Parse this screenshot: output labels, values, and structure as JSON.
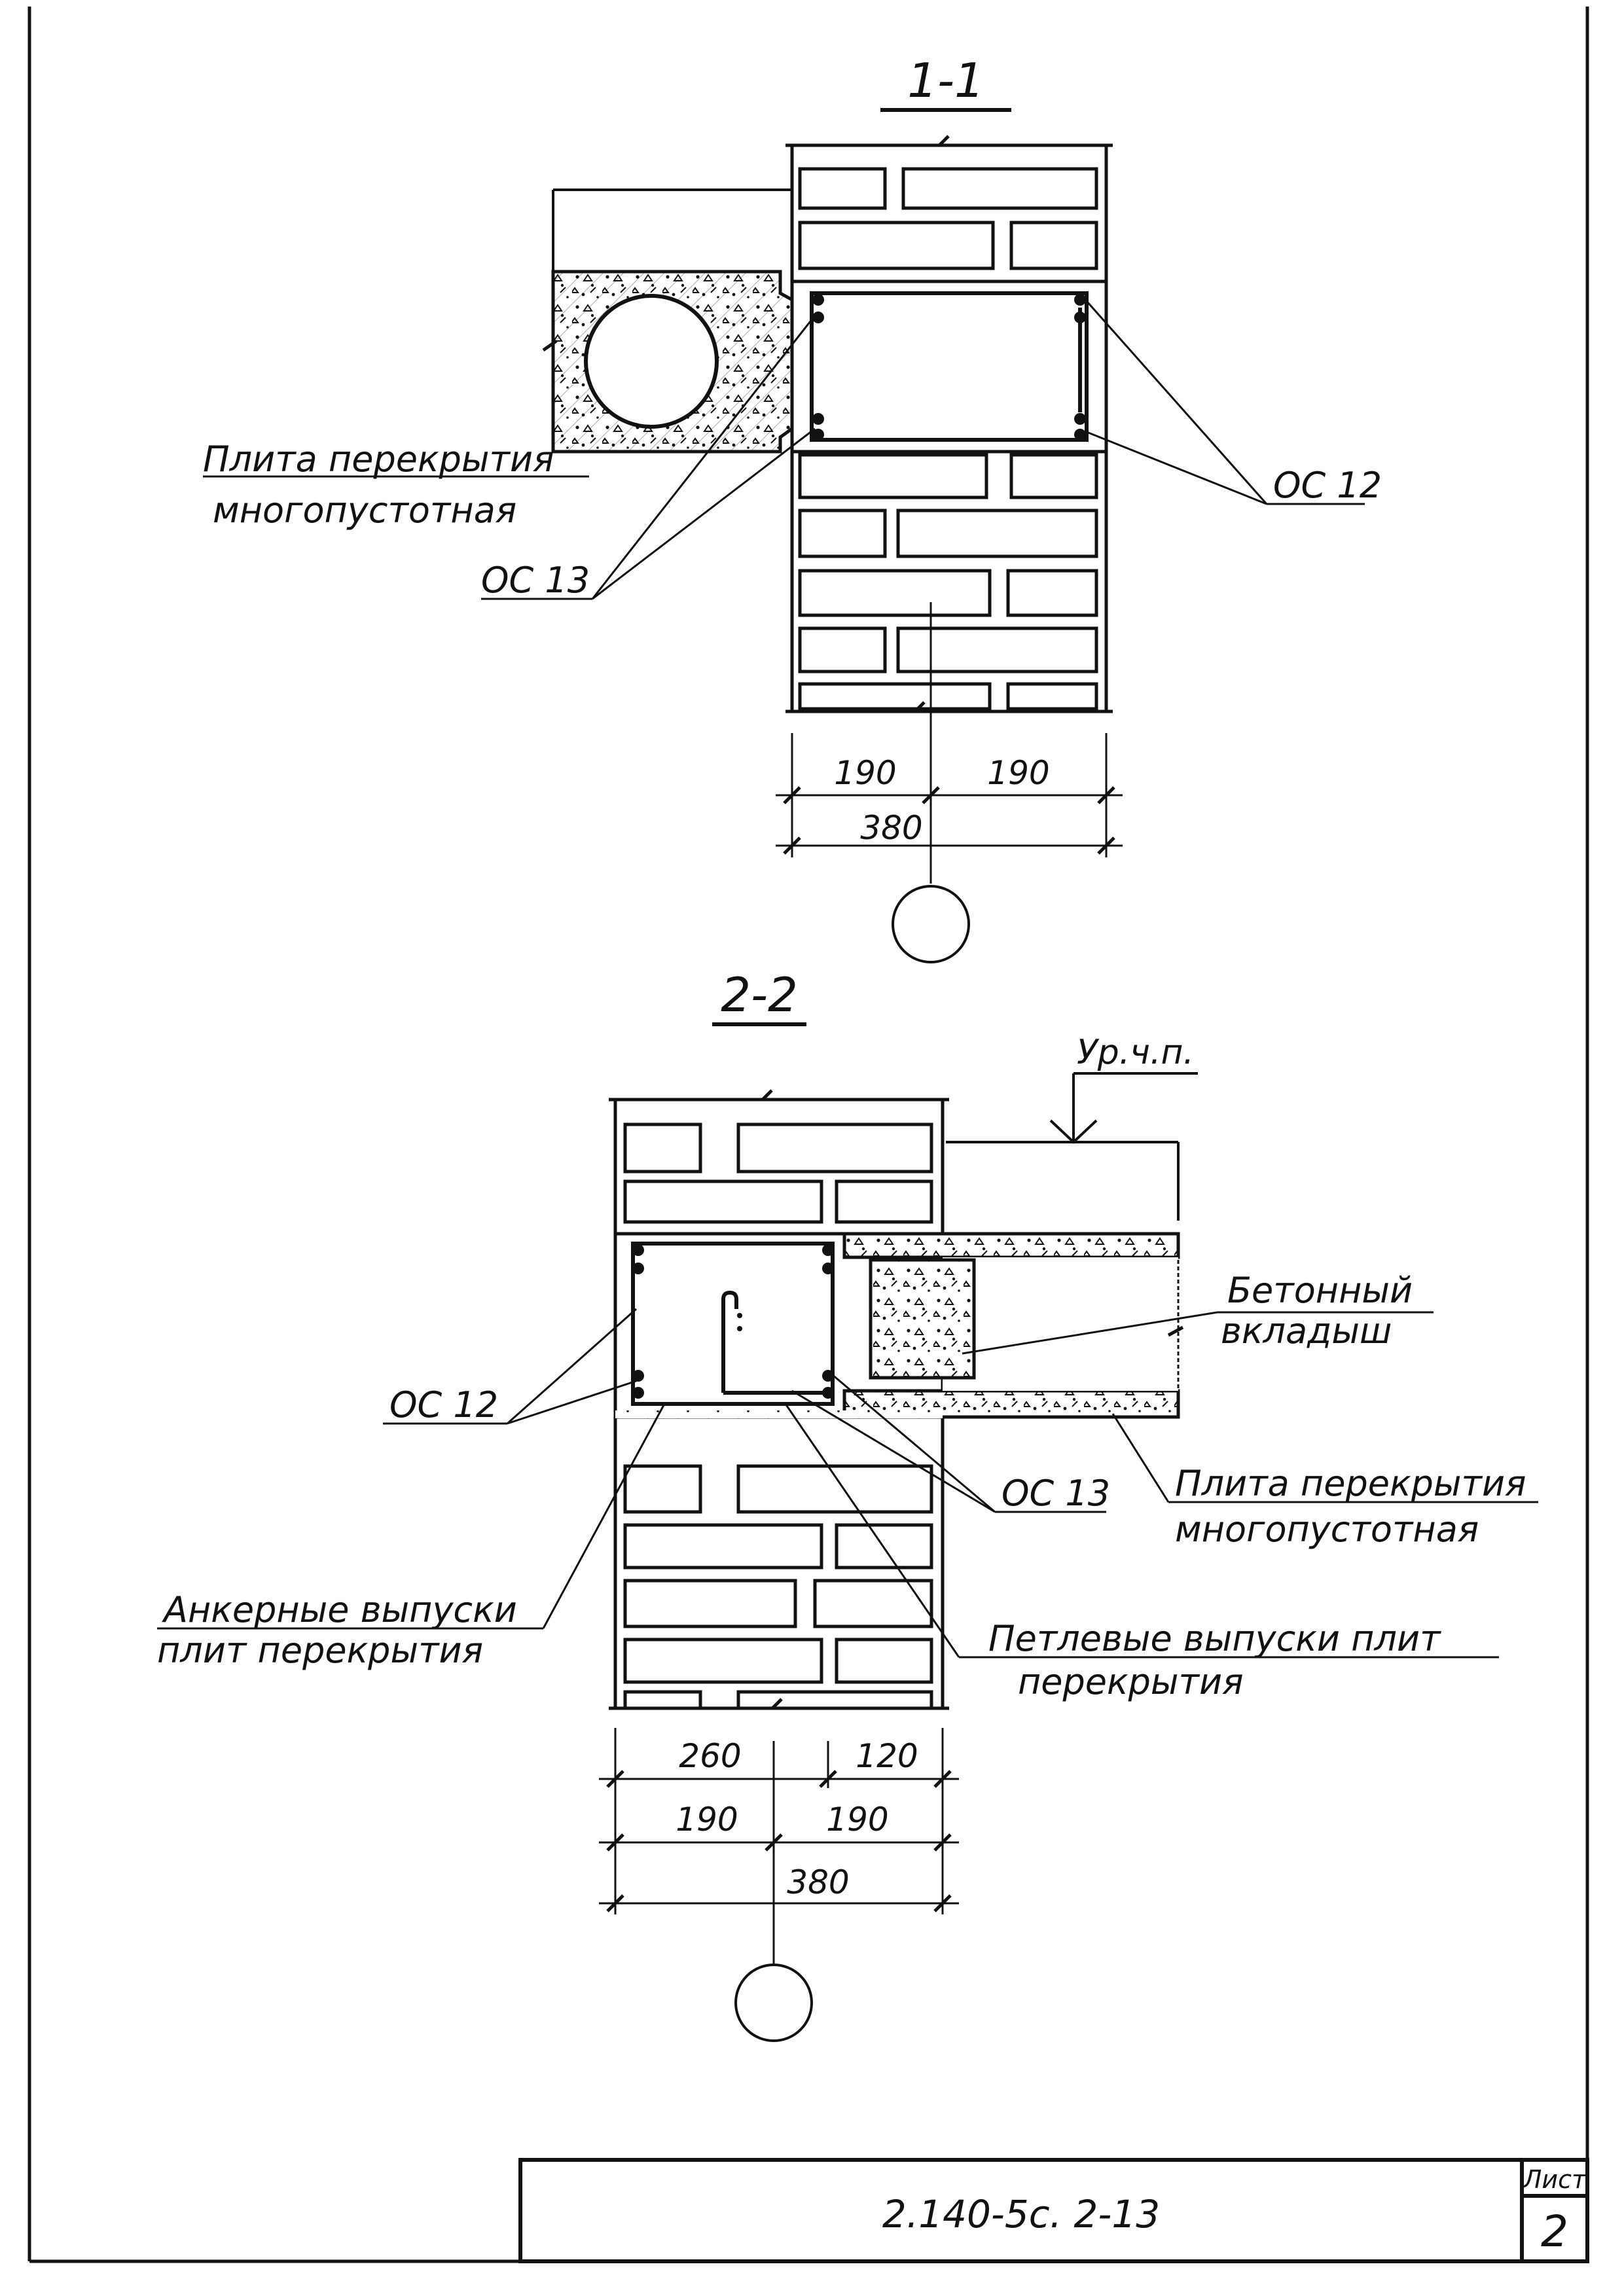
{
  "section_1": {
    "title": "1-1",
    "labels": {
      "slab": [
        "Плита перекрытия",
        "многопустотная"
      ],
      "oc12": "ОС 12",
      "oc13": "ОС 13"
    },
    "dims": {
      "left": "190",
      "right": "190",
      "total": "380"
    }
  },
  "section_2": {
    "title": "2-2",
    "level_mark": "Ур.ч.п.",
    "labels": {
      "concrete_insert": [
        "Бетонный",
        "вкладыш"
      ],
      "oc12": "ОС 12",
      "oc13": "ОС 13",
      "slab": [
        "Плита перекрытия",
        "многопустотная"
      ],
      "anchor_outlets": [
        "Анкерные выпуски",
        "плит перекрытия"
      ],
      "loop_outlets": [
        "Петлевые выпуски плит",
        "перекрытия"
      ]
    },
    "dims": {
      "row1_left": "260",
      "row1_right": "120",
      "row2_left": "190",
      "row2_right": "190",
      "total": "380"
    }
  },
  "title_block": {
    "doc_code": "2.140-5с. 2-13",
    "sheet_label": "Лист",
    "sheet_number": "2"
  },
  "colors": {
    "ink": "#111111",
    "paper": "#ffffff"
  }
}
